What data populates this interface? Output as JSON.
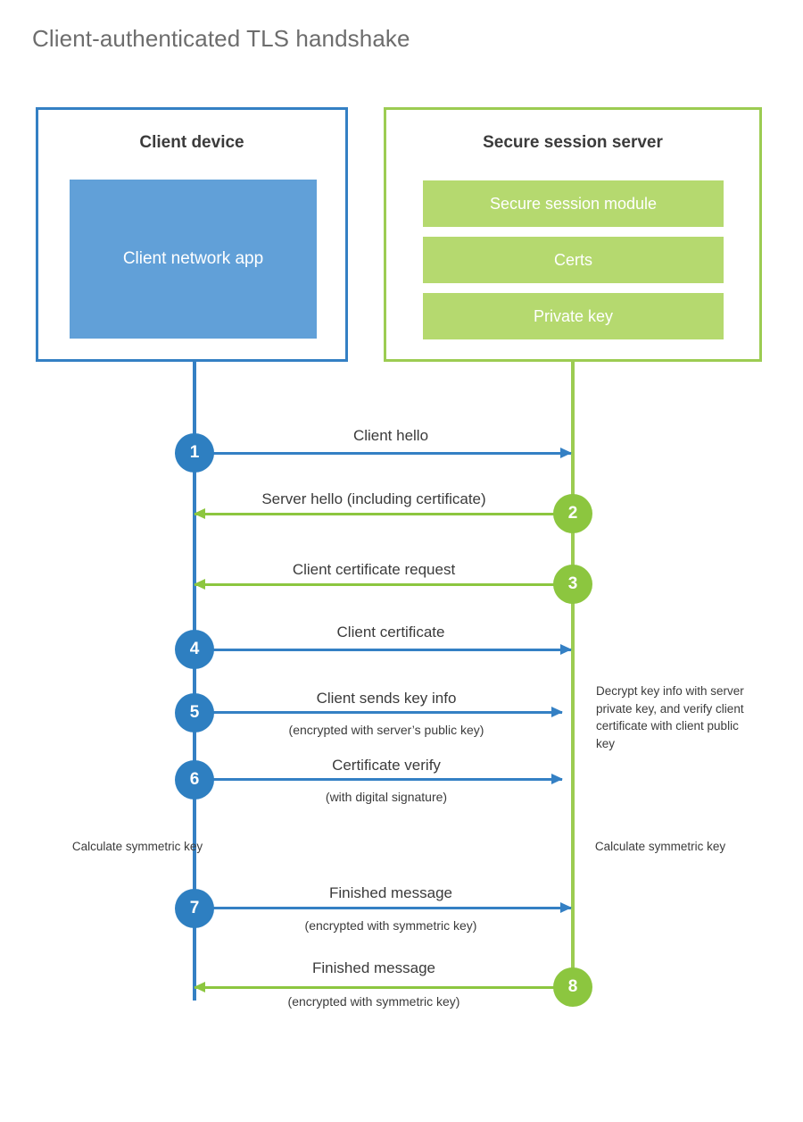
{
  "title": "Client-authenticated TLS handshake",
  "colors": {
    "client_accent": "#3480c4",
    "client_block": "#61a0d8",
    "client_circle": "#2e7fc1",
    "server_accent": "#9ccc52",
    "server_block": "#b5d96f",
    "server_circle": "#8cc63f",
    "title_text": "#6d6d6d",
    "body_text": "#3b3b3b",
    "background": "#ffffff"
  },
  "parties": {
    "client": {
      "title": "Client device",
      "block_label": "Client network app"
    },
    "server": {
      "title": "Secure session server",
      "modules": [
        "Secure session module",
        "Certs",
        "Private key"
      ]
    }
  },
  "steps": [
    {
      "number": "1",
      "label": "Client hello",
      "sublabel": "",
      "direction": "client-to-server",
      "side": "client"
    },
    {
      "number": "2",
      "label": "Server hello (including certificate)",
      "sublabel": "",
      "direction": "server-to-client",
      "side": "server"
    },
    {
      "number": "3",
      "label": "Client certificate request",
      "sublabel": "",
      "direction": "server-to-client",
      "side": "server"
    },
    {
      "number": "4",
      "label": "Client certificate",
      "sublabel": "",
      "direction": "client-to-server",
      "side": "client"
    },
    {
      "number": "5",
      "label": "Client sends key info",
      "sublabel": "(encrypted with server’s public key)",
      "direction": "client-to-server",
      "side": "client"
    },
    {
      "number": "6",
      "label": "Certificate verify",
      "sublabel": "(with digital signature)",
      "direction": "client-to-server",
      "side": "client"
    },
    {
      "number": "7",
      "label": "Finished message",
      "sublabel": "(encrypted with symmetric key)",
      "direction": "client-to-server",
      "side": "client"
    },
    {
      "number": "8",
      "label": "Finished message",
      "sublabel": "(encrypted with symmetric key)",
      "direction": "server-to-client",
      "side": "server"
    }
  ],
  "notes": {
    "server_decrypt": "Decrypt key info with server private key, and verify client certificate with client public key",
    "client_calculate": "Calculate symmetric key",
    "server_calculate": "Calculate symmetric key"
  }
}
